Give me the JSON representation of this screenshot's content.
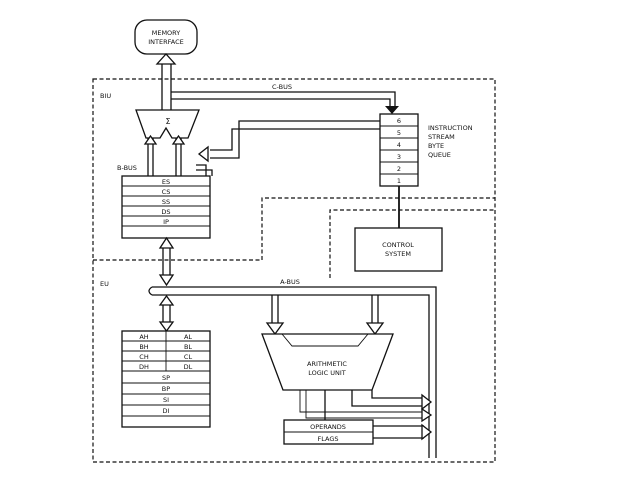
{
  "labels": {
    "memory_interface_line1": "MEMORY",
    "memory_interface_line2": "INTERFACE",
    "biu": "BIU",
    "eu": "EU",
    "c_bus": "C-BUS",
    "b_bus": "B-BUS",
    "a_bus": "A-BUS",
    "sigma": "Σ",
    "queue_line1": "INSTRUCTION",
    "queue_line2": "STREAM",
    "queue_line3": "BYTE",
    "queue_line4": "QUEUE",
    "control_line1": "CONTROL",
    "control_line2": "SYSTEM",
    "alu_line1": "ARITHMETIC",
    "alu_line2": "LOGIC UNIT",
    "operands": "OPERANDS",
    "flags": "FLAGS"
  },
  "queue_slots": [
    "6",
    "5",
    "4",
    "3",
    "2",
    "1"
  ],
  "segment_registers": [
    "ES",
    "CS",
    "SS",
    "DS",
    "IP"
  ],
  "general_registers": [
    [
      "AH",
      "AL"
    ],
    [
      "BH",
      "BL"
    ],
    [
      "CH",
      "CL"
    ],
    [
      "DH",
      "DL"
    ]
  ],
  "pointer_registers": [
    "SP",
    "BP",
    "SI",
    "DI"
  ]
}
